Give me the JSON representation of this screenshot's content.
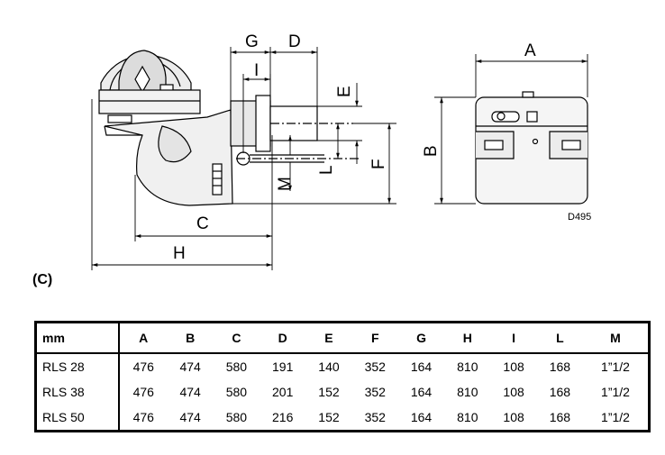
{
  "drawing": {
    "labels": {
      "A": "A",
      "B": "B",
      "C": "C",
      "D": "D",
      "E": "E",
      "F": "F",
      "G": "G",
      "H": "H",
      "I": "I",
      "L": "L",
      "M": "M"
    },
    "reference": "D495"
  },
  "section_label": "(C)",
  "table": {
    "unit_header": "mm",
    "columns": [
      "A",
      "B",
      "C",
      "D",
      "E",
      "F",
      "G",
      "H",
      "I",
      "L",
      "M"
    ],
    "rows": [
      {
        "model": "RLS 28",
        "values": [
          "476",
          "474",
          "580",
          "191",
          "140",
          "352",
          "164",
          "810",
          "108",
          "168",
          "1”1/2"
        ]
      },
      {
        "model": "RLS 38",
        "values": [
          "476",
          "474",
          "580",
          "201",
          "152",
          "352",
          "164",
          "810",
          "108",
          "168",
          "1”1/2"
        ]
      },
      {
        "model": "RLS 50",
        "values": [
          "476",
          "474",
          "580",
          "216",
          "152",
          "352",
          "164",
          "810",
          "108",
          "168",
          "1”1/2"
        ]
      }
    ]
  }
}
